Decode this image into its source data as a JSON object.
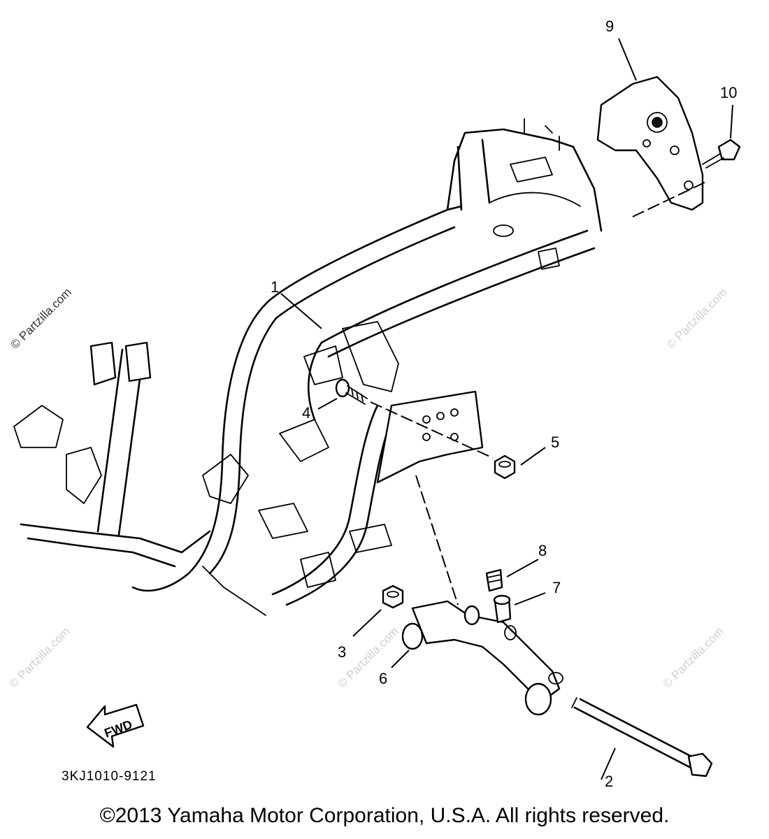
{
  "callouts": {
    "c1": "1",
    "c2": "2",
    "c3": "3",
    "c4": "4",
    "c5": "5",
    "c6": "6",
    "c7": "7",
    "c8": "8",
    "c9": "9",
    "c10": "10"
  },
  "direction_label": "FWD",
  "drawing_code": "3KJ1010-9121",
  "watermark": "© Partzilla.com",
  "copyright": "©2013 Yamaha Motor Corporation, U.S.A. All rights reserved."
}
